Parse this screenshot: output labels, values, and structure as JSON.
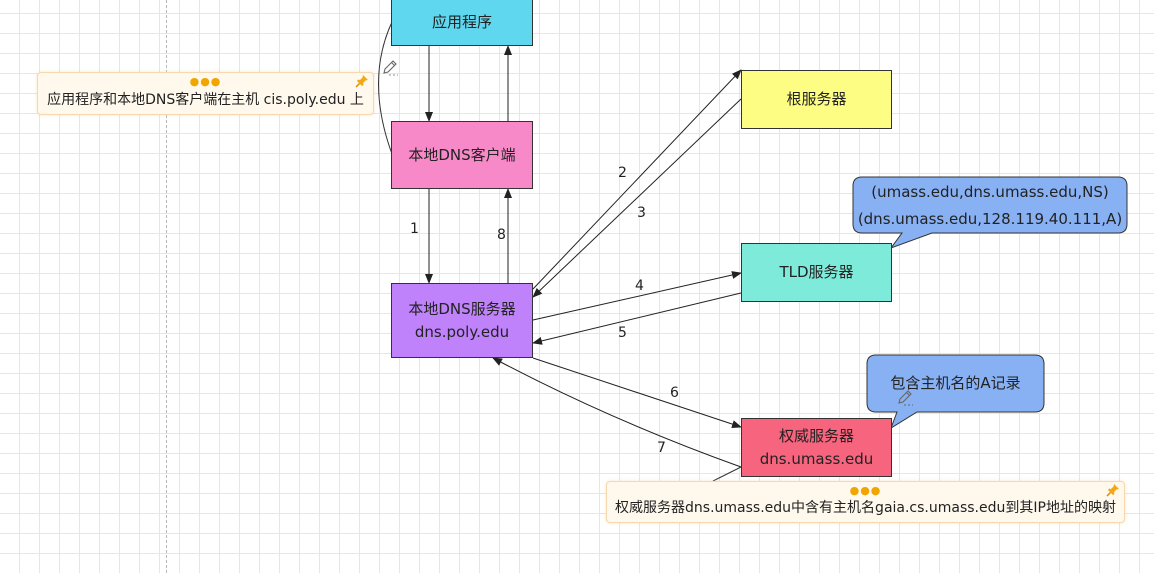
{
  "nodes": {
    "app": {
      "label": "应用程序",
      "color": "#5fd8ef"
    },
    "dns_client": {
      "label": "本地DNS客户端",
      "color": "#f889c8"
    },
    "local_dns_server": {
      "line1": "本地DNS服务器",
      "line2": "dns.poly.edu",
      "color": "#bf82fb"
    },
    "root_server": {
      "label": "根服务器",
      "color": "#fdfd84"
    },
    "tld_server": {
      "label": "TLD服务器",
      "color": "#7eebda"
    },
    "auth_server": {
      "line1": "权威服务器",
      "line2": "dns.umass.edu",
      "color": "#f6647e"
    }
  },
  "edge_labels": [
    "1",
    "2",
    "3",
    "4",
    "5",
    "6",
    "7",
    "8"
  ],
  "bubbles": {
    "tld_reply": {
      "line1": "(umass.edu,dns.umass.edu,NS)",
      "line2": "(dns.umass.edu,128.119.40.111,A)",
      "color": "#88b1f4"
    },
    "auth_reply": {
      "label": "包含主机名的A记录",
      "color": "#88b1f4"
    }
  },
  "notes": {
    "host_note": "应用程序和本地DNS客户端在主机 cis.poly.edu 上",
    "auth_note": "权威服务器dns.umass.edu中含有主机名gaia.cs.umass.edu到其IP地址的映射"
  }
}
